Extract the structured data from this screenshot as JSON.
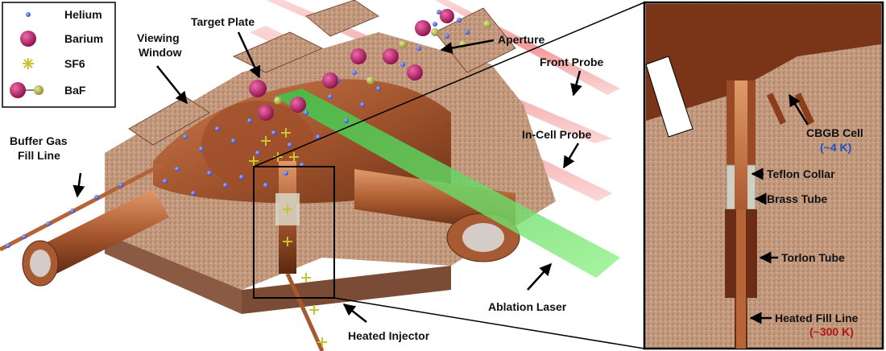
{
  "legend": {
    "items": [
      {
        "label": "Helium",
        "marker": "small-blue-dot",
        "color": "#4a6cf0"
      },
      {
        "label": "Barium",
        "marker": "magenta-sphere",
        "color": "#c0196e"
      },
      {
        "label": "SF6",
        "marker": "yellow-cross",
        "color": "#c8c432"
      },
      {
        "label": "BaF",
        "marker": "magenta-olive-molecule",
        "color": "#a8a83a"
      }
    ]
  },
  "labels": {
    "viewing_window_1": "Viewing",
    "viewing_window_2": "Window",
    "target_plate": "Target Plate",
    "aperture": "Aperture",
    "front_probe": "Front Probe",
    "in_cell_probe": "In-Cell Probe",
    "buffer_gas_1": "Buffer Gas",
    "buffer_gas_2": "Fill Line",
    "ablation_laser": "Ablation Laser",
    "heated_injector": "Heated Injector"
  },
  "inset": {
    "cbgb_cell": "CBGB Cell",
    "cbgb_temp": "(~4 K)",
    "teflon_collar": "Teflon Collar",
    "brass_tube": "Brass Tube",
    "torlon_tube": "Torlon Tube",
    "heated_fill_line": "Heated Fill Line",
    "heated_fill_temp": "(~300 K)"
  },
  "colors": {
    "copper": "#b5643a",
    "copper_dark": "#7a3a1c",
    "speckle": "#c9a58c",
    "laser_green": "#6fe06a",
    "probe_pink": "#f4a8a8",
    "helium_blue": "#4a6cf0"
  }
}
